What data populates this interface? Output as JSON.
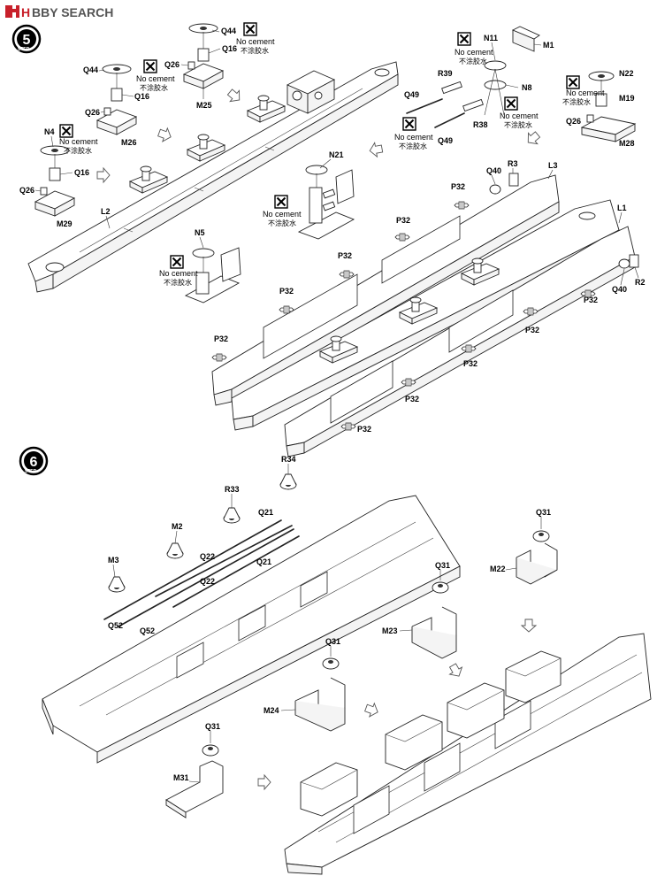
{
  "header": {
    "brand_prefix": "H",
    "brand_name": "BBY SEARCH"
  },
  "steps": [
    {
      "word": "STEP",
      "number": "5"
    },
    {
      "word": "STEP",
      "number": "6"
    }
  ],
  "no_cement": {
    "en": "No cement",
    "cn": "不涂胶水"
  },
  "step5_labels": {
    "Q44a": "Q44",
    "Q16a": "Q16",
    "Q26a": "Q26",
    "M25": "M25",
    "Q44b": "Q44",
    "Q16b": "Q16",
    "Q26b": "Q26",
    "M26": "M26",
    "N4": "N4",
    "Q16c": "Q16",
    "Q26c": "Q26",
    "M29": "M29",
    "L2": "L2",
    "N11": "N11",
    "M1": "M1",
    "R39": "R39",
    "Q49a": "Q49",
    "N8": "N8",
    "R38": "R38",
    "Q49b": "Q49",
    "N22": "N22",
    "M19": "M19",
    "Q26d": "Q26",
    "M28": "M28",
    "N21": "N21",
    "N5": "N5",
    "Q40a": "Q40",
    "R3": "R3",
    "L3": "L3",
    "L1": "L1",
    "Q40b": "Q40",
    "R2": "R2",
    "P32": "P32"
  },
  "step6_labels": {
    "R34": "R34",
    "R33": "R33",
    "Q21a": "Q21",
    "Q21b": "Q21",
    "M2": "M2",
    "Q22a": "Q22",
    "Q22b": "Q22",
    "M3": "M3",
    "Q52a": "Q52",
    "Q52b": "Q52",
    "Q31a": "Q31",
    "M22": "M22",
    "Q31b": "Q31",
    "M23": "M23",
    "Q31c": "Q31",
    "M24": "M24",
    "Q31d": "Q31",
    "M31": "M31"
  }
}
